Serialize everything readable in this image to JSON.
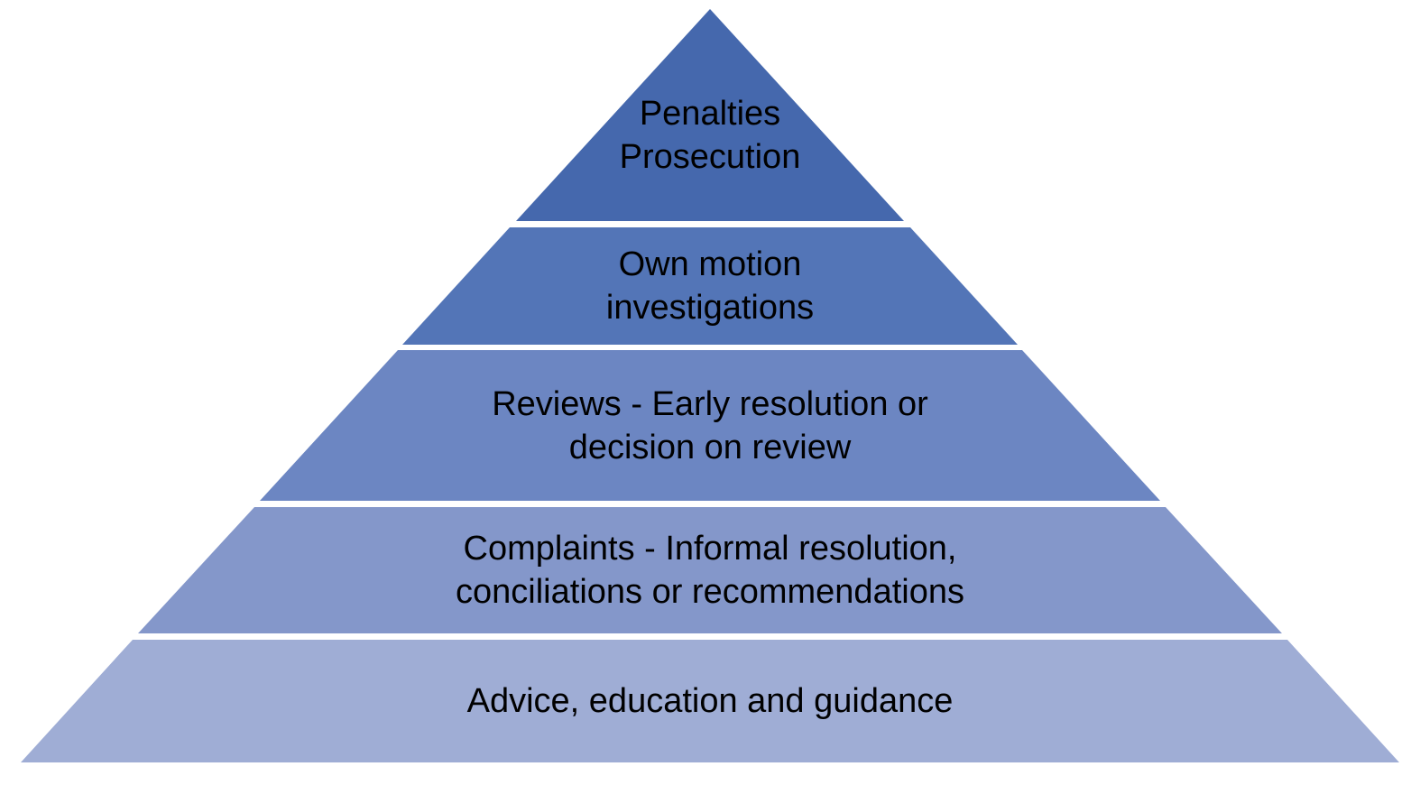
{
  "diagram": {
    "type": "pyramid",
    "background_color": "#ffffff",
    "text_color": "#000000",
    "tiers": [
      {
        "id": "penalties-prosecution",
        "label": "Penalties\nProsecution",
        "color": "#4568ad"
      },
      {
        "id": "own-motion-investigations",
        "label": "Own motion\ninvestigations",
        "color": "#5375b7"
      },
      {
        "id": "reviews",
        "label": "Reviews - Early resolution or\ndecision on review",
        "color": "#6c86c2"
      },
      {
        "id": "complaints",
        "label": "Complaints - Informal resolution,\nconciliations or recommendations",
        "color": "#8497ca"
      },
      {
        "id": "advice-education-guidance",
        "label": "Advice, education and guidance",
        "color": "#9fadd5"
      }
    ]
  }
}
